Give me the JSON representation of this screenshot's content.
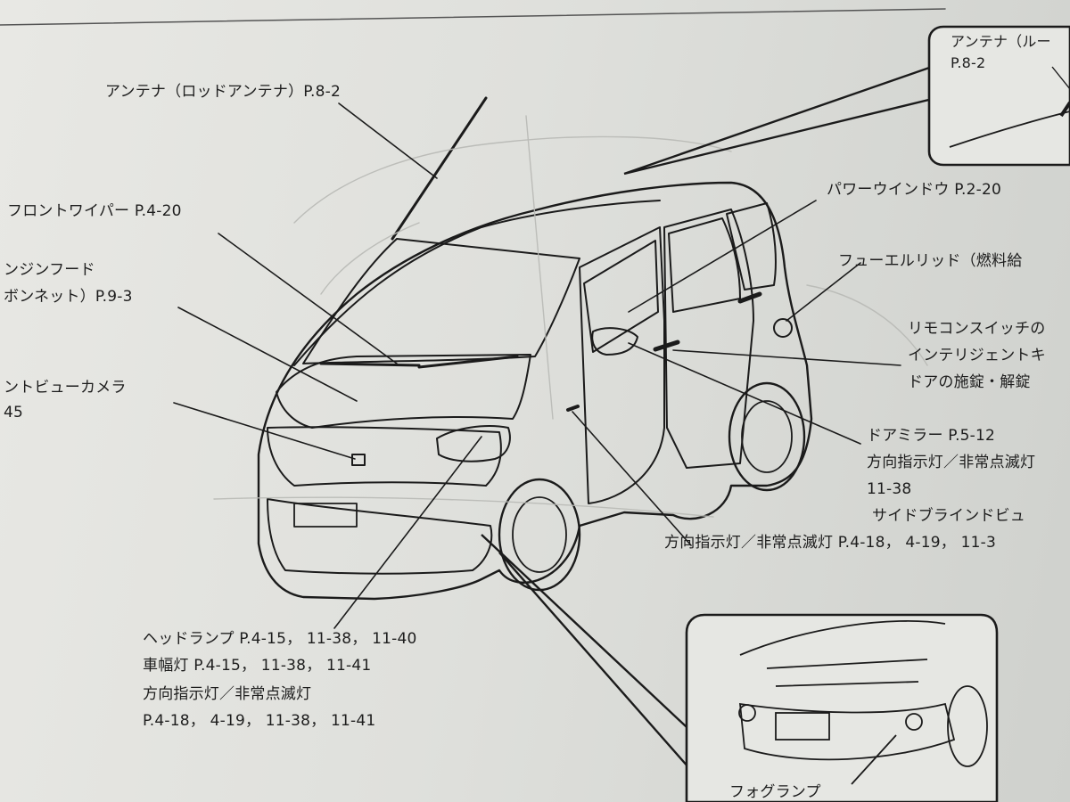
{
  "callouts": {
    "antenna_rod": "アンテナ（ロッドアンテナ）P.8-2",
    "front_wiper": "フロントワイパー P.4-20",
    "engine_hood_1": "ンジンフード",
    "engine_hood_2": "ボンネット）P.9-3",
    "front_camera_1": "ントビューカメラ",
    "front_camera_2": "45",
    "power_window": "パワーウインドウ P.2-20",
    "fuel_lid": "フューエルリッド（燃料給",
    "remote_1": "リモコンスイッチの",
    "remote_2": "インテリジェントキ",
    "remote_3": "ドアの施錠・解錠",
    "door_mirror": "ドアミラー P.5-12",
    "turn_signal_mirror": "方向指示灯／非常点滅灯",
    "turn_signal_mirror_page": "11-38",
    "side_blind": "サイドブラインドビュ",
    "turn_signal_side": "方向指示灯／非常点滅灯 P.4-18， 4-19， 11-3",
    "headlamp": "ヘッドランプ P.4-15， 11-38， 11-40",
    "width_lamp": "車幅灯 P.4-15， 11-38， 11-41",
    "turn_signal_front": "方向指示灯／非常点滅灯",
    "turn_signal_front_pages": "P.4-18， 4-19， 11-38， 11-41",
    "fog_lamp": "フォグランプ"
  },
  "inset_roof": {
    "title": "アンテナ（ルー",
    "page": "P.8-2"
  }
}
